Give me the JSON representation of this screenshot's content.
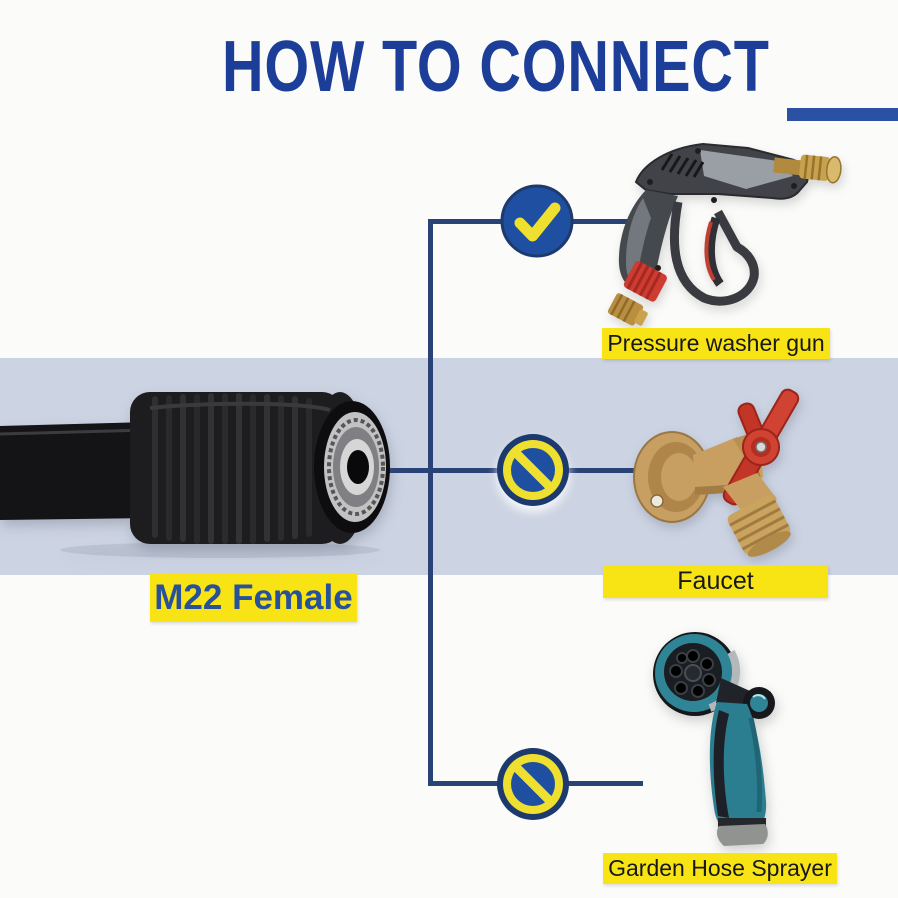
{
  "title": "HOW TO CONNECT",
  "source": {
    "name": "m22-female-hose-connector",
    "label": "M22 Female"
  },
  "targets": [
    {
      "label": "Pressure washer gun",
      "compatible": true,
      "icon": "check-icon"
    },
    {
      "label": "Faucet",
      "compatible": false,
      "icon": "prohibited-icon"
    },
    {
      "label": "Garden Hose Sprayer",
      "compatible": false,
      "icon": "prohibited-icon"
    }
  ],
  "colors": {
    "title_blue": "#1c3e98",
    "underline_blue": "#2b51a5",
    "connector_line_navy": "#2a4377",
    "badge_blue": "#1f4fa0",
    "badge_outline_navy": "#1d3a6e",
    "mark_yellow": "#efdf2e",
    "label_yellow": "#f8e414",
    "label_text_black": "#17181a",
    "m22_text_blue": "#27519b",
    "band_gray": "#ccd3e2",
    "background": "#fbfbfa"
  }
}
